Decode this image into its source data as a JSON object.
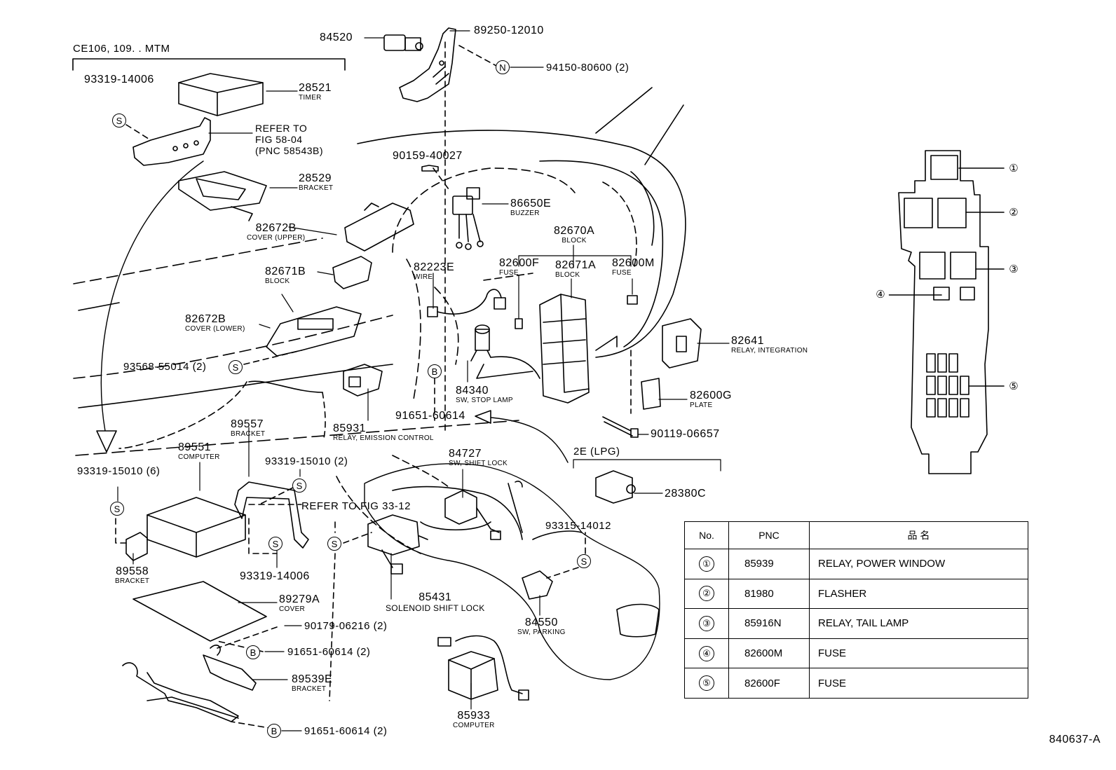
{
  "variant_label": "CE106, 109. . MTM",
  "variant_lpg": "2E (LPG)",
  "drawing_id": "840637-A",
  "refer_notes": {
    "fig58_line1": "REFER TO",
    "fig58_line2": "FIG 58-04",
    "fig58_line3": "(PNC 58543B)",
    "fig33": "REFER TO FIG 33-12"
  },
  "parts": [
    {
      "pnc": "84520",
      "desc": ""
    },
    {
      "pnc": "89250-12010",
      "desc": ""
    },
    {
      "pnc": "94150-80600 (2)",
      "desc": ""
    },
    {
      "pnc": "93319-14006",
      "desc": ""
    },
    {
      "pnc": "28521",
      "desc": "TIMER"
    },
    {
      "pnc": "28529",
      "desc": "BRACKET"
    },
    {
      "pnc": "90159-40027",
      "desc": ""
    },
    {
      "pnc": "86650E",
      "desc": "BUZZER"
    },
    {
      "pnc": "82672B",
      "desc": "COVER (UPPER)"
    },
    {
      "pnc": "82670A",
      "desc": "BLOCK"
    },
    {
      "pnc": "82671B",
      "desc": "BLOCK"
    },
    {
      "pnc": "82223E",
      "desc": "WIRE"
    },
    {
      "pnc": "82600F",
      "desc": "FUSE"
    },
    {
      "pnc": "82671A",
      "desc": "BLOCK"
    },
    {
      "pnc": "82600M",
      "desc": "FUSE"
    },
    {
      "pnc": "82672B",
      "desc": "COVER (LOWER)"
    },
    {
      "pnc": "82641",
      "desc": "RELAY, INTEGRATION"
    },
    {
      "pnc": "93568-55014 (2)",
      "desc": ""
    },
    {
      "pnc": "84340",
      "desc": "SW, STOP LAMP"
    },
    {
      "pnc": "91651-60614",
      "desc": ""
    },
    {
      "pnc": "82600G",
      "desc": "PLATE"
    },
    {
      "pnc": "89557",
      "desc": "BRACKET"
    },
    {
      "pnc": "85931",
      "desc": "RELAY, EMISSION CONTROL"
    },
    {
      "pnc": "90119-06657",
      "desc": ""
    },
    {
      "pnc": "89551",
      "desc": "COMPUTER"
    },
    {
      "pnc": "84727",
      "desc": "SW, SHIFT LOCK"
    },
    {
      "pnc": "93319-15010 (6)",
      "desc": ""
    },
    {
      "pnc": "93319-15010 (2)",
      "desc": ""
    },
    {
      "pnc": "28380C",
      "desc": ""
    },
    {
      "pnc": "93315-14012",
      "desc": ""
    },
    {
      "pnc": "89558",
      "desc": "BRACKET"
    },
    {
      "pnc": "93319-14006",
      "desc": ""
    },
    {
      "pnc": "85431",
      "desc": "SOLENOID SHIFT LOCK"
    },
    {
      "pnc": "89279A",
      "desc": "COVER"
    },
    {
      "pnc": "84550",
      "desc": "SW, PARKING"
    },
    {
      "pnc": "90179-06216 (2)",
      "desc": ""
    },
    {
      "pnc": "91651-60614 (2)",
      "desc": ""
    },
    {
      "pnc": "89539E",
      "desc": "BRACKET"
    },
    {
      "pnc": "85933",
      "desc": "COMPUTER"
    },
    {
      "pnc": "91651-60614 (2)",
      "desc": ""
    }
  ],
  "symbols": {
    "s": "S",
    "b": "B",
    "n": "N"
  },
  "relay_block_callouts": [
    "①",
    "②",
    "③",
    "④",
    "⑤"
  ],
  "legend": {
    "headers": [
      "No.",
      "PNC",
      "品 名"
    ],
    "rows": [
      {
        "no": "①",
        "pnc": "85939",
        "name": "RELAY, POWER WINDOW"
      },
      {
        "no": "②",
        "pnc": "81980",
        "name": "FLASHER"
      },
      {
        "no": "③",
        "pnc": "85916N",
        "name": "RELAY, TAIL LAMP"
      },
      {
        "no": "④",
        "pnc": "82600M",
        "name": "FUSE"
      },
      {
        "no": "⑤",
        "pnc": "82600F",
        "name": "FUSE"
      }
    ]
  }
}
